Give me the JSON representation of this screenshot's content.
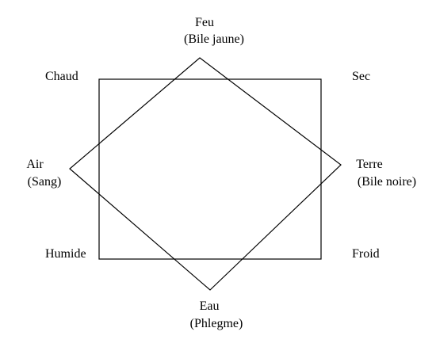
{
  "colors": {
    "stroke": "#000000",
    "text": "#000000",
    "background": "#ffffff"
  },
  "elements": {
    "fire": {
      "line1": "Feu",
      "line2": "(Bile jaune)"
    },
    "water": {
      "line1": "Eau",
      "line2": "(Phlegme)"
    },
    "air": {
      "line1": "Air",
      "line2": "(Sang)"
    },
    "earth": {
      "line1": "Terre",
      "line2": "(Bile noire)"
    }
  },
  "qualities": {
    "hot": "Chaud",
    "dry": "Sec",
    "wet": "Humide",
    "cold": "Froid"
  }
}
